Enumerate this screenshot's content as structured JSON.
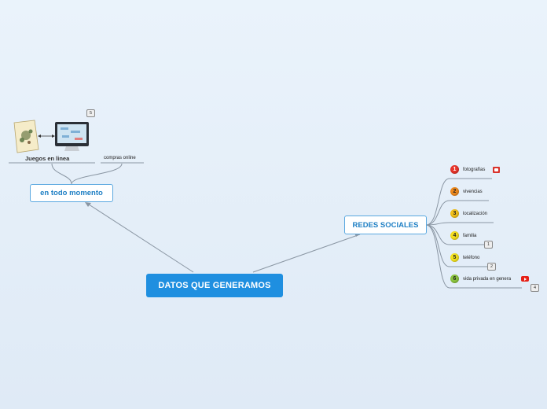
{
  "root": {
    "label": "DATOS QUE GENERAMOS"
  },
  "left_branch": {
    "label": "en todo momento",
    "children": [
      {
        "label": "Juegos en linea",
        "count": "5"
      },
      {
        "label": "compras online"
      }
    ]
  },
  "right_branch": {
    "label": "REDES SOCIALES",
    "items": [
      {
        "num": "1",
        "label": "fotografías",
        "color": "#e9352b"
      },
      {
        "num": "2",
        "label": "vivencias",
        "color": "#f08a1d"
      },
      {
        "num": "3",
        "label": "localización",
        "color": "#f4c21a"
      },
      {
        "num": "4",
        "label": "familia",
        "color": "#f6df1f",
        "count": "1"
      },
      {
        "num": "5",
        "label": "teléfono",
        "color": "#f6e51f",
        "count": "2"
      },
      {
        "num": "6",
        "label": "vida privada en genera",
        "color": "#8cc63f",
        "count": "4"
      }
    ]
  },
  "colors": {
    "root": "#1f8fe0",
    "branch_border": "#5aa8e0",
    "connector": "#8a96a3"
  }
}
